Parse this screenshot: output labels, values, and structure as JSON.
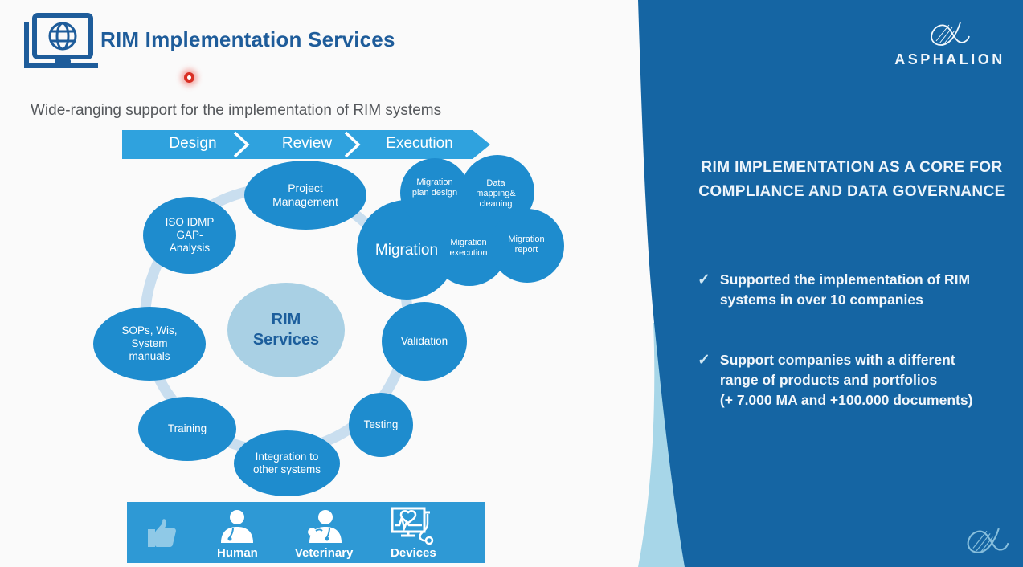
{
  "header": {
    "title": "RIM Implementation Services",
    "subtitle": "Wide-ranging support for the implementation of RIM systems"
  },
  "process": {
    "steps": [
      "Design",
      "Review",
      "Execution"
    ]
  },
  "diagram": {
    "center_label": "RIM Services",
    "nodes": [
      "Project Management",
      "ISO IDMP GAP-Analysis",
      "SOPs, Wis, System manuals",
      "Training",
      "Integration to other systems",
      "Testing",
      "Validation"
    ],
    "cloud": {
      "title": "Migration",
      "items": [
        "Migration plan design",
        "Data mapping& cleaning",
        "Migration execution",
        "Migration report"
      ]
    }
  },
  "bottom_bar": {
    "items": [
      {
        "icon": "human-icon",
        "label": "Human"
      },
      {
        "icon": "veterinary-icon",
        "label": "Veterinary"
      },
      {
        "icon": "devices-icon",
        "label": "Devices"
      }
    ]
  },
  "sidebar": {
    "brand": "ASPHALION",
    "headline": [
      "RIM IMPLEMENTATION AS A CORE FOR",
      "COMPLIANCE AND DATA GOVERNANCE"
    ],
    "bullets": [
      {
        "lines": [
          "Supported the implementation of RIM",
          "systems in over 10 companies"
        ]
      },
      {
        "lines": [
          "Support companies with a different",
          "range of products and portfolios",
          "(+ 7.000 MA and +100.000 documents)"
        ]
      }
    ]
  },
  "icons": {
    "checkmark": "✓"
  },
  "colors": {
    "title_blue": "#1e5c9a",
    "arrow_blue": "#2fa2de",
    "node_blue": "#1e8cce",
    "ring_blue": "#c9deef",
    "center_fill": "#a9d0e4",
    "bar_blue": "#2e99d5",
    "thumb_blue": "#8fc9e7",
    "sidebar_blue": "#1565a3",
    "band_light_blue": "#a7d6e8",
    "laser_red": "#d93025"
  }
}
